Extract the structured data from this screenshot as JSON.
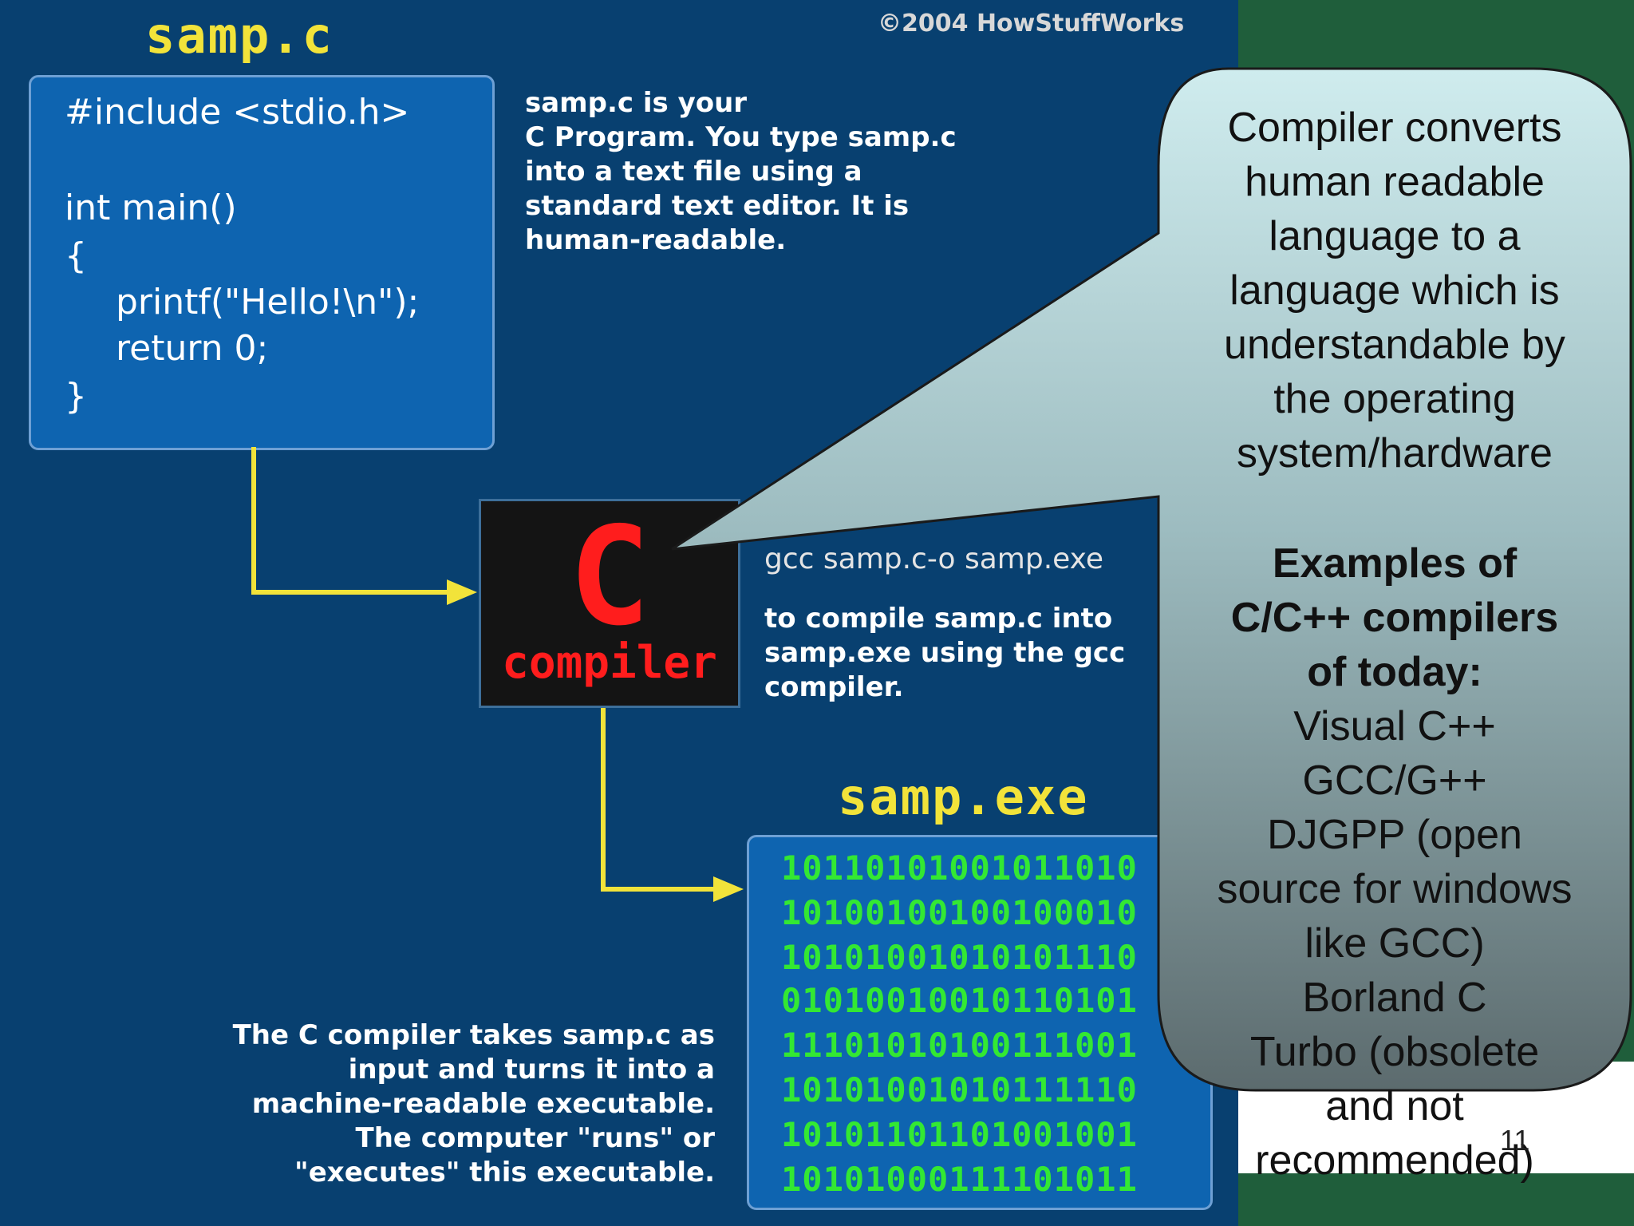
{
  "header": {
    "copyright": "©2004 HowStuffWorks",
    "source_label": "samp.c",
    "exe_label": "samp.exe"
  },
  "code": {
    "lines": [
      "#include <stdio.h>",
      "int main()",
      "{",
      "printf(\"Hello!\\n\");",
      "return 0;",
      "}"
    ]
  },
  "captions": {
    "source_desc": "samp.c is your\nC Program. You type samp.c\ninto a text file using a\nstandard text editor. It is\nhuman-readable.",
    "compile_cmd": "gcc samp.c-o samp.exe",
    "compile_desc": "to compile samp.c into\nsamp.exe using the gcc\ncompiler.",
    "bottom_desc": "The C compiler takes samp.c as\ninput and turns it into a\nmachine-readable executable.\nThe computer \"runs\" or\n\"executes\" this executable."
  },
  "compiler_box": {
    "letter": "C",
    "word": "compiler"
  },
  "binary": [
    "10110101001011010",
    "10100100100100010",
    "10101001010101110",
    "01010010010110101",
    "11101010100111001",
    "10101001010111110",
    "10101101101001001",
    "10101000111101011"
  ],
  "callout": {
    "intro": [
      "Compiler converts",
      "human readable",
      "language to a",
      "language which is",
      "understandable by",
      "the operating",
      "system/hardware"
    ],
    "heading": [
      "Examples of",
      "C/C++ compilers",
      "of today:"
    ],
    "examples": [
      "Visual C++",
      "GCC/G++",
      "DJGPP (open",
      "source for windows",
      "like GCC)",
      "Borland C",
      "Turbo (obsolete",
      "and not",
      "recommended)"
    ]
  },
  "slide_number": "11",
  "colors": {
    "panel": "#084070",
    "code_box": "#0e64b0",
    "arrow": "#f2e33a",
    "compiler_red": "#ff1d1d",
    "binary_green": "#33e833",
    "slide_green": "#1f5e3b"
  }
}
